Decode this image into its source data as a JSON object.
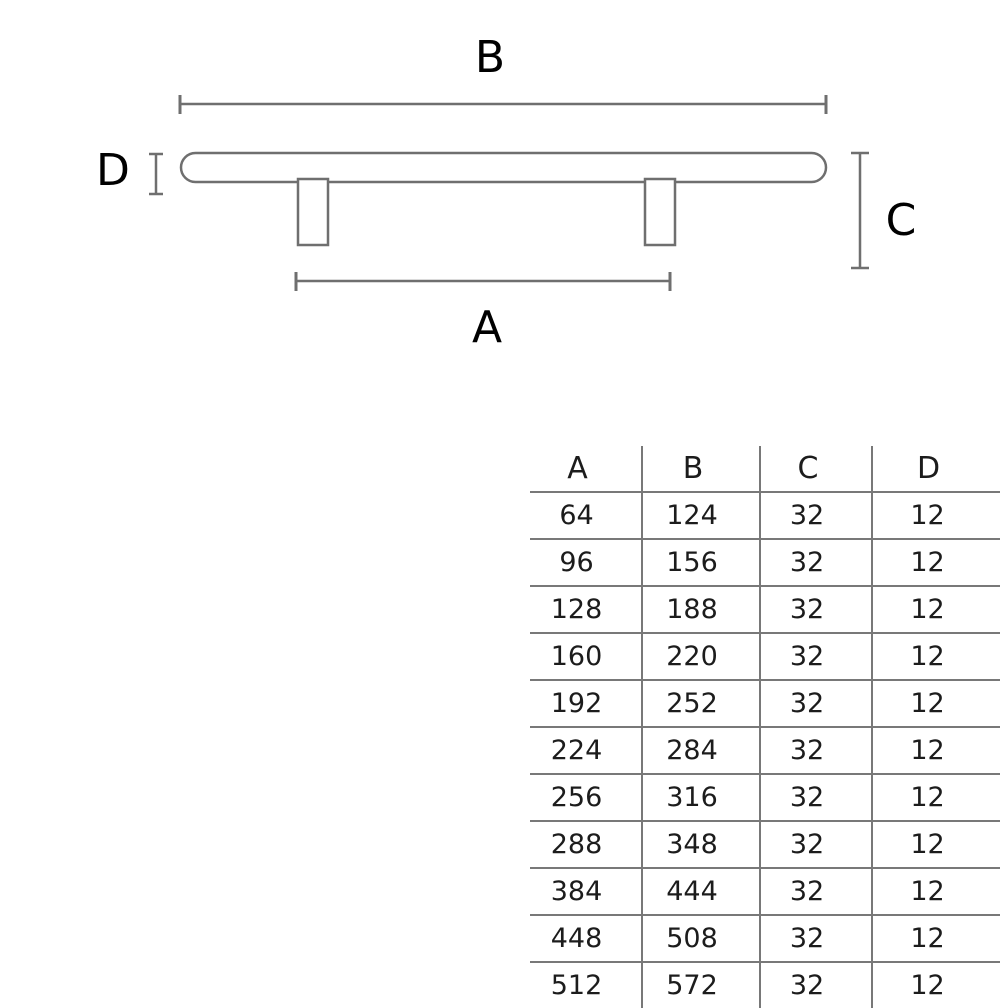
{
  "drawing": {
    "title": "cabinet-bar-pull-handle-dimension-drawing",
    "labels": {
      "a": "A",
      "b": "B",
      "c": "C",
      "d": "D"
    },
    "dimension_lines": [
      {
        "name": "B",
        "orientation": "horizontal",
        "meaning": "overall-bar-length"
      },
      {
        "name": "A",
        "orientation": "horizontal",
        "meaning": "center-to-center-post-spacing"
      },
      {
        "name": "C",
        "orientation": "vertical",
        "meaning": "overall-projection-height"
      },
      {
        "name": "D",
        "orientation": "vertical",
        "meaning": "bar-diameter"
      }
    ],
    "colors": {
      "outline": "#6f6f6f",
      "dimension": "#6f6f6f",
      "label": "#000000",
      "background": "#ffffff"
    }
  },
  "table": {
    "headers": [
      "A",
      "B",
      "C",
      "D"
    ],
    "rows": [
      [
        "64",
        "124",
        "32",
        "12"
      ],
      [
        "96",
        "156",
        "32",
        "12"
      ],
      [
        "128",
        "188",
        "32",
        "12"
      ],
      [
        "160",
        "220",
        "32",
        "12"
      ],
      [
        "192",
        "252",
        "32",
        "12"
      ],
      [
        "224",
        "284",
        "32",
        "12"
      ],
      [
        "256",
        "316",
        "32",
        "12"
      ],
      [
        "288",
        "348",
        "32",
        "12"
      ],
      [
        "384",
        "444",
        "32",
        "12"
      ],
      [
        "448",
        "508",
        "32",
        "12"
      ],
      [
        "512",
        "572",
        "32",
        "12"
      ]
    ]
  }
}
